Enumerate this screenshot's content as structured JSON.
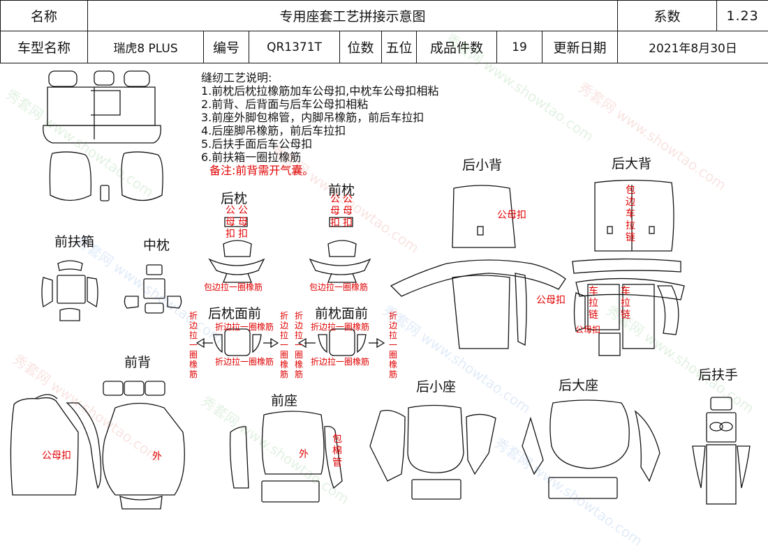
{
  "header": {
    "row1": {
      "name_label": "名称",
      "title": "专用座套工艺拼接示意图",
      "coef_label": "系数",
      "coef_value": "1.23"
    },
    "row2": {
      "model_label": "车型名称",
      "model_value": "瑞虎8 PLUS",
      "code_label": "编号",
      "code_value": "QR1371T",
      "seats_label": "位数",
      "seats_value": "五位",
      "pieces_label": "成品件数",
      "pieces_value": "19",
      "update_label": "更新日期",
      "update_value": "2021年8月30日"
    }
  },
  "notes": {
    "title": "缝纫工艺说明:",
    "items": [
      "1.前枕后枕拉橡筋加车公母扣,中枕车公母扣相粘",
      "2.前背、后背面与后车公母扣相粘",
      "3.前座外脚包棉管，内脚吊橡筋，前后车拉扣",
      "4.后座脚吊橡筋，前后车拉扣",
      "5.后扶手面后车公母扣",
      "6.前扶箱一圈拉橡筋"
    ],
    "remark": "备注:前背需开气囊。"
  },
  "labels": {
    "rear_pillow": "后枕",
    "front_pillow": "前枕",
    "rear_small_back": "后小背",
    "rear_big_back": "后大背",
    "front_armbox": "前扶箱",
    "mid_pillow": "中枕",
    "rear_pillow_face": "后枕面前",
    "front_pillow_face": "前枕面前",
    "front_back": "前背",
    "front_seat": "前座",
    "rear_small_seat": "后小座",
    "rear_big_seat": "后大座",
    "rear_armrest": "后扶手"
  },
  "annotations": {
    "male_female_buckle": "公母扣",
    "binding_elastic": "包边拉一圈橡筋",
    "fold_elastic": "折边拉一圈橡筋",
    "fold_elastic_vertical": "折边拉一圈橡筋",
    "binding_zipper": "包边车拉链",
    "car_zipper": "车拉链",
    "outer": "外",
    "cotton_tube": "包棉管"
  },
  "watermark": {
    "cn": "秀套网",
    "url": "www.showtao.com"
  },
  "colors": {
    "annotation_red": "#e00000",
    "line": "#111111"
  }
}
